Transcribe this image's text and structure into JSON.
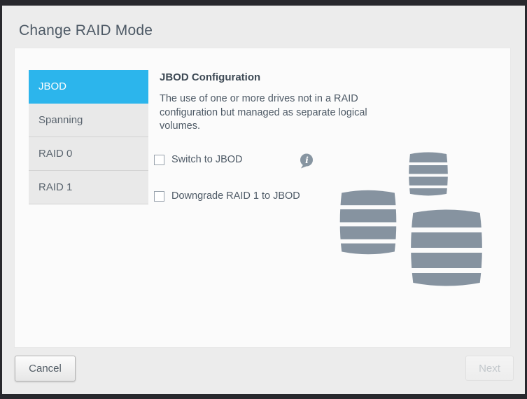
{
  "window": {
    "title": "Change RAID Mode"
  },
  "sidebar": {
    "items": [
      {
        "label": "JBOD",
        "selected": true
      },
      {
        "label": "Spanning",
        "selected": false
      },
      {
        "label": "RAID 0",
        "selected": false
      },
      {
        "label": "RAID 1",
        "selected": false
      }
    ]
  },
  "content": {
    "heading": "JBOD Configuration",
    "description": "The use of one or more drives not in a RAID configuration but managed as separate logical volumes.",
    "checkboxes": [
      {
        "label": "Switch to JBOD",
        "checked": false,
        "has_info_icon": true
      },
      {
        "label": "Downgrade RAID 1 to JBOD",
        "checked": false,
        "has_info_icon": false
      }
    ],
    "icons": [
      "disk-stack-small",
      "disk-stack-medium",
      "disk-stack-large"
    ]
  },
  "footer": {
    "cancel_label": "Cancel",
    "next_label": "Next",
    "next_enabled": false
  },
  "colors": {
    "accent_blue": "#2cb5ec",
    "disk_gray": "#8693a0",
    "frame_border": "#28282d",
    "page_background": "#ececec",
    "panel_background": "#fbfbfb",
    "sidebar_item_background": "#e9e9e9",
    "text_primary": "#4e5a66",
    "disabled_text": "#c3c8cc"
  }
}
